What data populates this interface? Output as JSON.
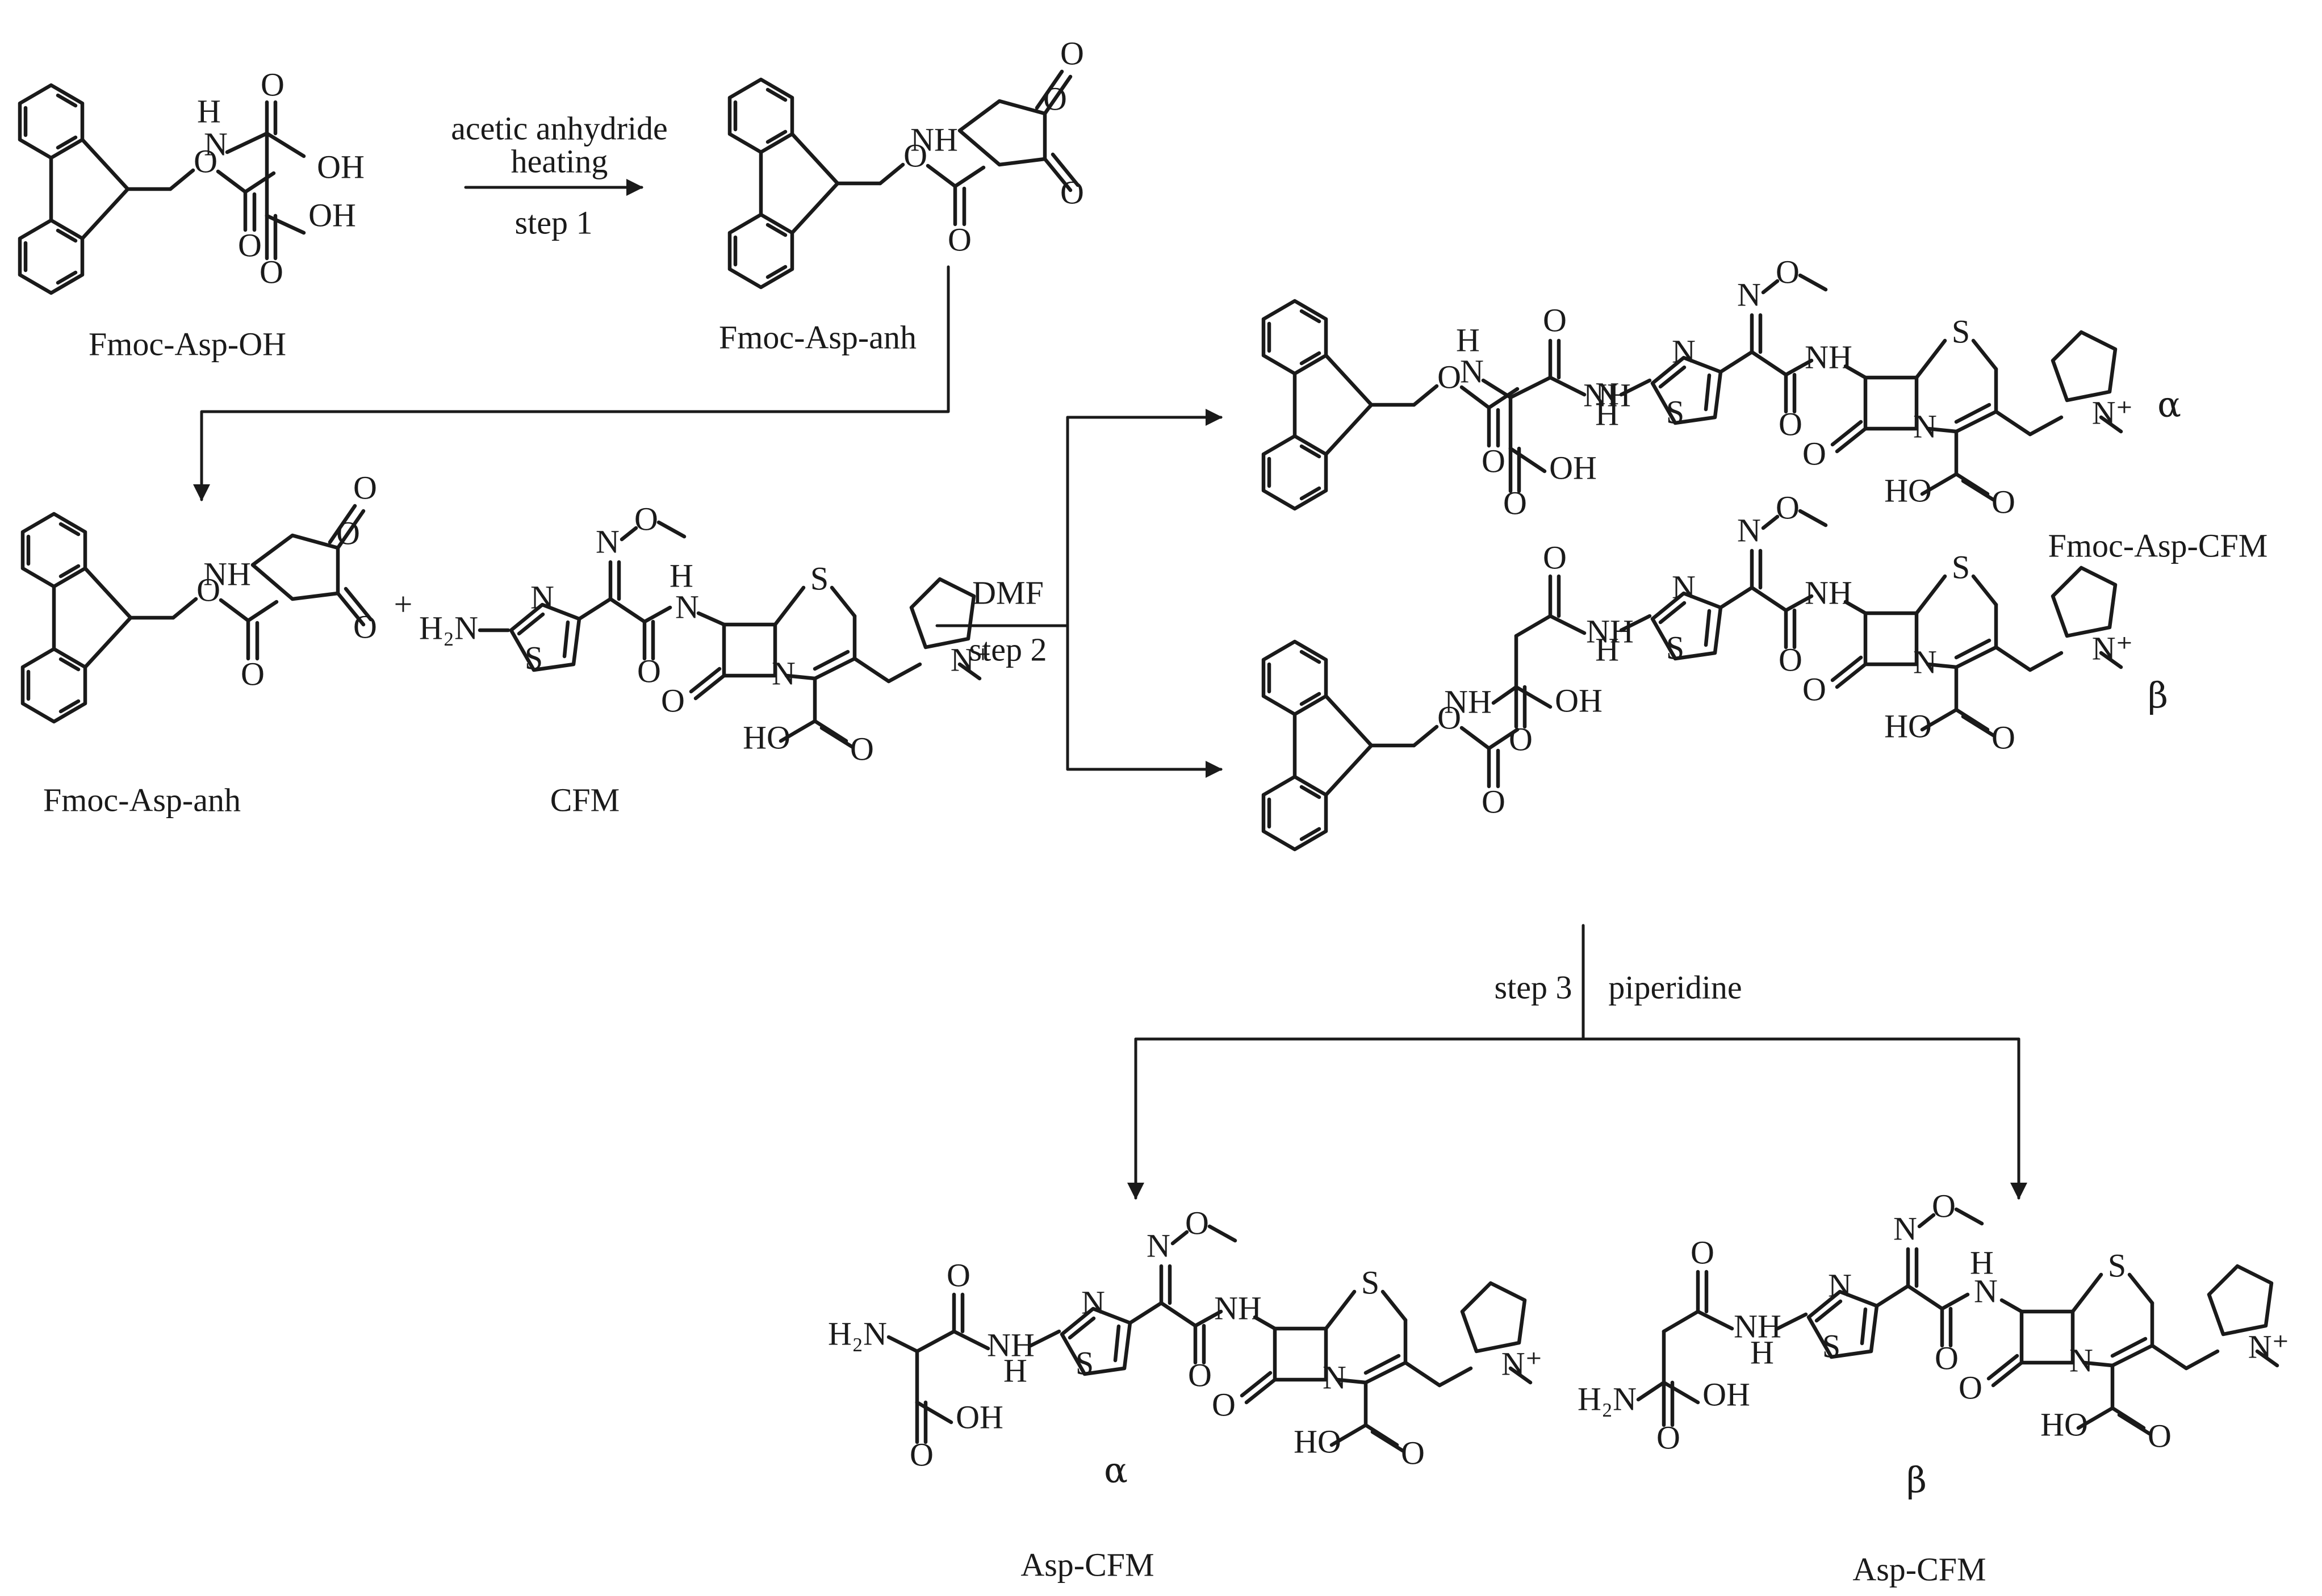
{
  "compounds": {
    "fmoc_asp_oh": "Fmoc-Asp-OH",
    "fmoc_asp_anh_top": "Fmoc-Asp-anh",
    "fmoc_asp_anh": "Fmoc-Asp-anh",
    "cfm": "CFM",
    "fmoc_asp_cfm": "Fmoc-Asp-CFM",
    "asp_cfm_alpha": "Asp-CFM",
    "asp_cfm_beta": "Asp-CFM"
  },
  "isomers": {
    "alpha": "α",
    "beta": "β"
  },
  "steps": {
    "step1": {
      "reagent_1": "acetic anhydride",
      "reagent_2": "heating",
      "label": "step 1"
    },
    "step2": {
      "reagent": "DMF",
      "label": "step 2"
    },
    "step3": {
      "label": "step 3",
      "reagent": "piperidine"
    }
  },
  "plus": "+",
  "atoms": {
    "N": "N",
    "S": "S",
    "O": "O",
    "H": "H",
    "NH": "NH",
    "OH": "OH",
    "HO": "HO",
    "H2N": "H₂N",
    "Nplus": "N⁺"
  }
}
